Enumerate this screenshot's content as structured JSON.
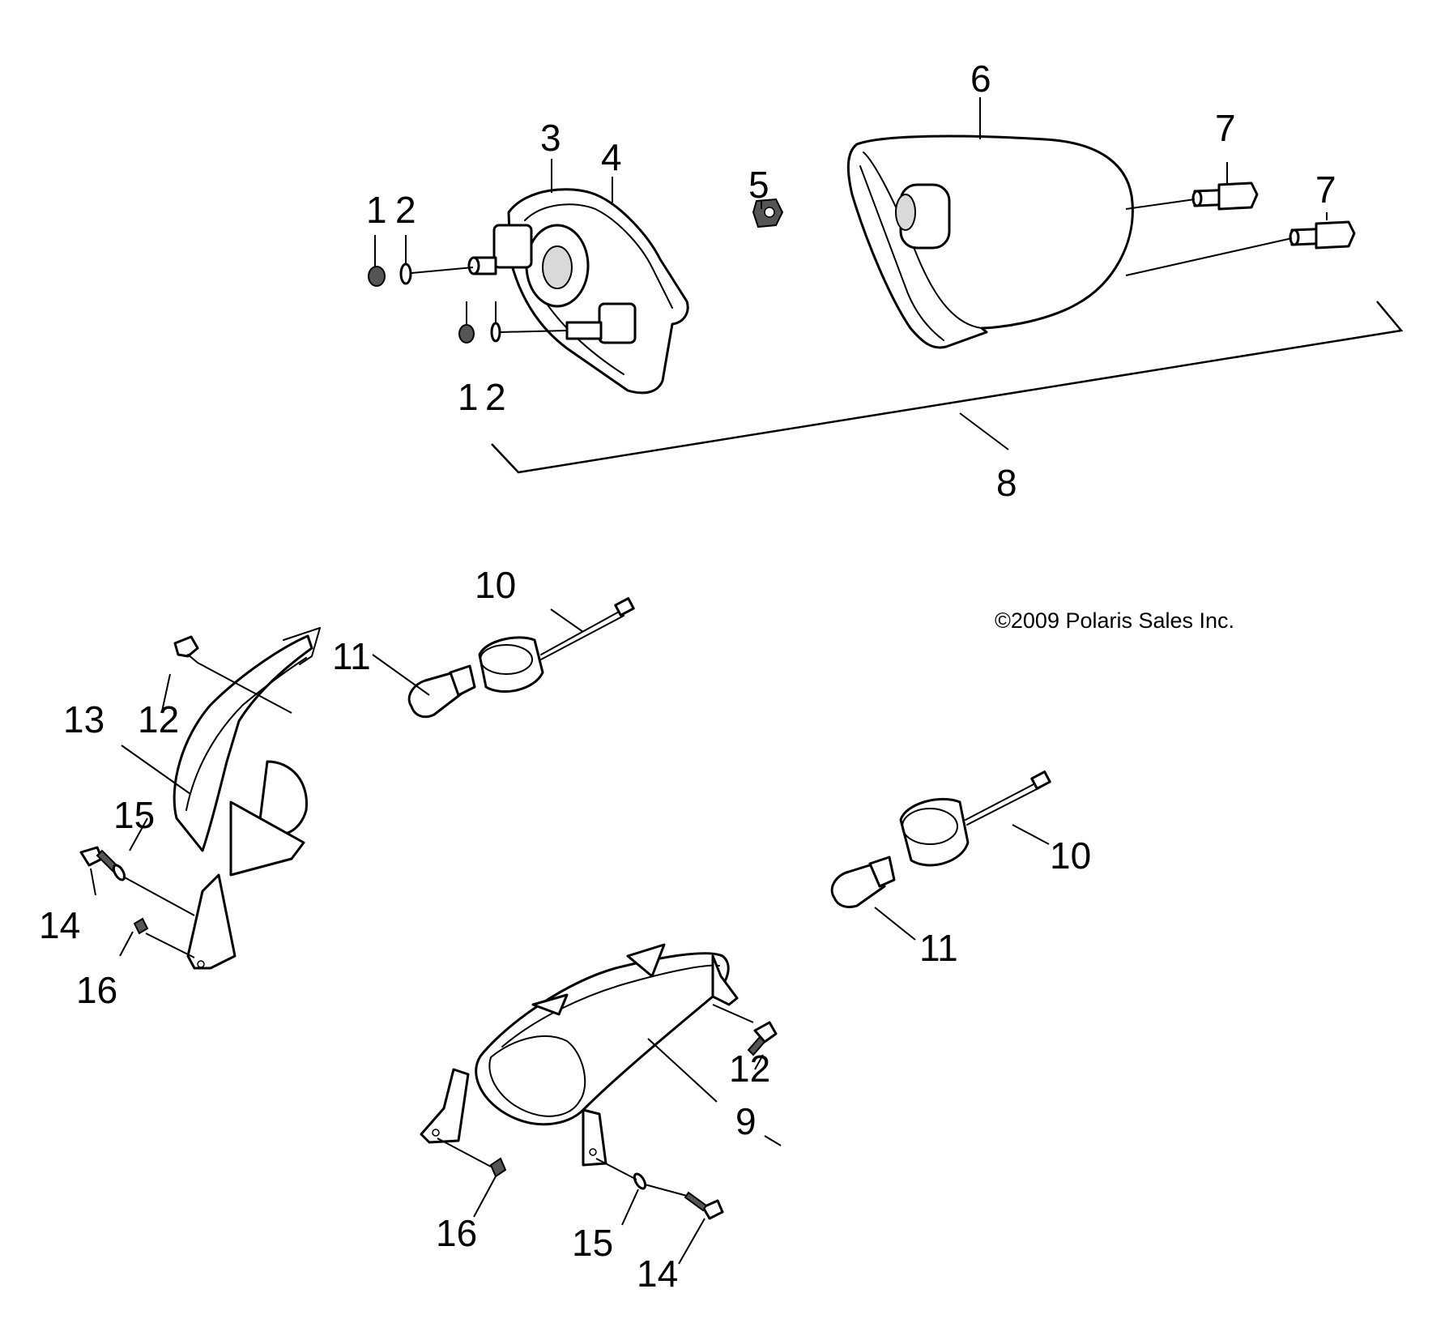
{
  "diagram": {
    "callouts": {
      "c1_nut_top": "1",
      "c2_washer_top": "2",
      "c3_lens_housing": "3",
      "c4_reflector": "4",
      "c5_clip": "5",
      "c6_taillight_housing": "6",
      "c7_bolt_upper": "7",
      "c7_bolt_lower": "7",
      "c8_taillight_assembly": "8",
      "c1_nut_bottom": "1",
      "c2_washer_bottom": "2",
      "c10_harness_upper": "10",
      "c11_bulb_upper": "11",
      "c12_screw_left": "12",
      "c13_headlight_left": "13",
      "c15_washer_left": "15",
      "c14_screw_left": "14",
      "c16_nut_left": "16",
      "c10_harness_lower": "10",
      "c11_bulb_lower": "11",
      "c12_screw_right": "12",
      "c9_headlight_right": "9",
      "c16_nut_bottom": "16",
      "c15_washer_bottom": "15",
      "c14_screw_bottom": "14"
    },
    "copyright": "©2009 Polaris Sales Inc."
  }
}
